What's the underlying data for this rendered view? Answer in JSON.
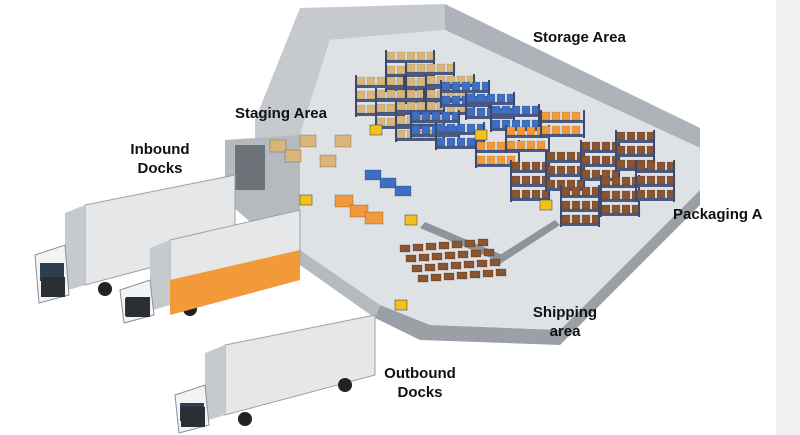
{
  "labels": {
    "storage": "Storage Area",
    "staging": "Staging Area",
    "inbound_1": "Inbound",
    "inbound_2": "Docks",
    "packaging": "Packaging A",
    "shipping_1": "Shipping",
    "shipping_2": "area",
    "outbound_1": "Outbound",
    "outbound_2": "Docks"
  },
  "colors": {
    "floor": "#d9dcdf",
    "wall": "#bfc3c8",
    "box_tan": "#d9b57a",
    "box_orange": "#f29a3a",
    "box_blue": "#3f6fc4",
    "box_brown": "#8a5530",
    "forklift": "#f2c21b"
  }
}
